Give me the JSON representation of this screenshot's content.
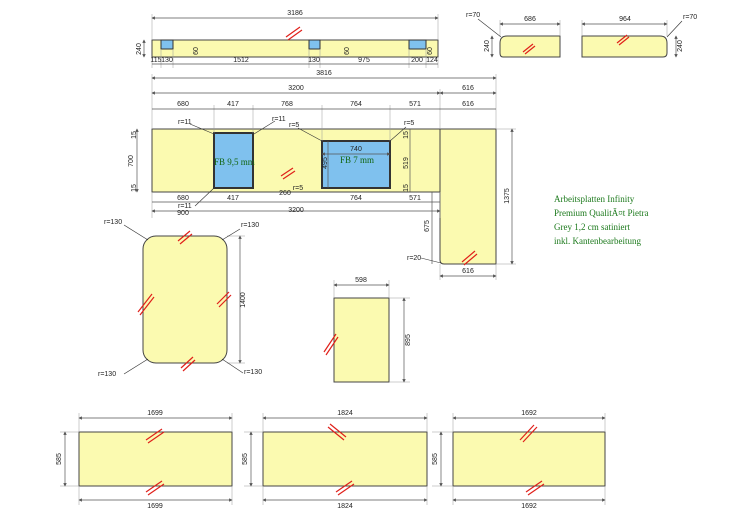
{
  "top_strip": {
    "overall": "3186",
    "height": "240",
    "segments": [
      "115",
      "130",
      "1512",
      "130",
      "975",
      "200",
      "124"
    ],
    "notch_labels": [
      "60",
      "60",
      "60"
    ]
  },
  "small_strip_left": {
    "radius": "r=70",
    "width": "686",
    "height": "240"
  },
  "small_strip_right": {
    "radius": "r=70",
    "width": "964",
    "height": "240"
  },
  "main_worktop": {
    "overall": "3816",
    "length": "3200",
    "return_width": "616",
    "segments_top": [
      "680",
      "417",
      "768",
      "764",
      "571"
    ],
    "segments_bottom": [
      "680",
      "417",
      "764",
      "571"
    ],
    "bottom_length": "3200",
    "bottom_sub": "900",
    "bottom_mid_labels": [
      "260",
      "r=5"
    ],
    "depth": "700",
    "sink_depth": "495",
    "right_depth": "519",
    "side_small": [
      "15",
      "15",
      "15",
      "15"
    ],
    "radius_labels": [
      "r=11",
      "r=11",
      "r=5",
      "r=5",
      "r=11"
    ],
    "sink_left_label": "FB 9,5 mm",
    "sink_right_label": "FB 7 mm",
    "sink_right_width": "740",
    "return_height": "1375",
    "return_inner": "675",
    "return_radius": "r=20",
    "return_bottom": "616"
  },
  "rounded_panel": {
    "radius_labels": [
      "r=130",
      "r=130",
      "r=130",
      "r=130"
    ],
    "height": "1400"
  },
  "small_panel": {
    "width": "598",
    "height": "895"
  },
  "panels_bottom": [
    {
      "width": "1699",
      "height": "585"
    },
    {
      "width": "1824",
      "height": "585"
    },
    {
      "width": "1692",
      "height": "585"
    }
  ],
  "note": [
    "Arbeitsplatten Infinity",
    "Premium QualitÃ¤t Pietra",
    "Grey 1,2 cm satiniert",
    "inkl. Kantenbearbeitung"
  ],
  "colors": {
    "slab": "#fbfab0",
    "sink": "#7fc1ee",
    "grain_mark": "#e0201a",
    "note_text": "#1d7a1d"
  }
}
